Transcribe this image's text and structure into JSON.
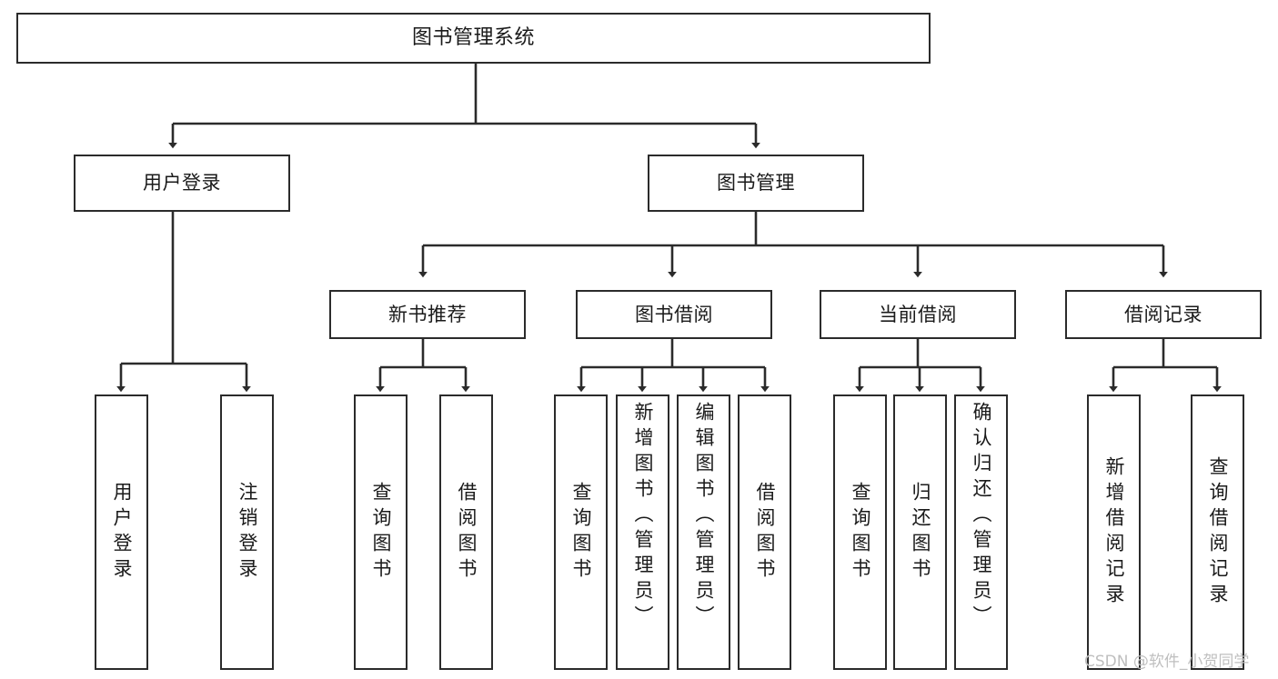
{
  "diagram": {
    "title": "图书管理系统",
    "type": "tree-hierarchy-chart",
    "colors": {
      "box_border": "#2b2b2b",
      "box_fill": "#ffffff",
      "edge": "#2b2b2b",
      "text": "#1a1a1a",
      "watermark": "#bfbfbf",
      "background": "#ffffff"
    },
    "nodes": {
      "root": {
        "label": "图书管理系统"
      },
      "level2": [
        {
          "id": "user-login",
          "label": "用户登录"
        },
        {
          "id": "book-manage",
          "label": "图书管理"
        }
      ],
      "level3": [
        {
          "id": "new-book-recommend",
          "label": "新书推荐"
        },
        {
          "id": "book-borrow",
          "label": "图书借阅"
        },
        {
          "id": "current-borrow",
          "label": "当前借阅"
        },
        {
          "id": "borrow-record",
          "label": "借阅记录"
        }
      ],
      "leaves": [
        {
          "id": "leaf-user-login",
          "label": "用户登录",
          "parent": "user-login"
        },
        {
          "id": "leaf-logout-login",
          "label": "注销登录",
          "parent": "user-login"
        },
        {
          "id": "leaf-query-book-1",
          "label": "查询图书",
          "parent": "new-book-recommend"
        },
        {
          "id": "leaf-borrow-book-1",
          "label": "借阅图书",
          "parent": "new-book-recommend"
        },
        {
          "id": "leaf-query-book-2",
          "label": "查询图书",
          "parent": "book-borrow"
        },
        {
          "id": "leaf-add-book",
          "label": "新增图书（管理员）",
          "parent": "book-borrow"
        },
        {
          "id": "leaf-edit-book",
          "label": "编辑图书（管理员）",
          "parent": "book-borrow"
        },
        {
          "id": "leaf-borrow-book-2",
          "label": "借阅图书",
          "parent": "book-borrow"
        },
        {
          "id": "leaf-query-book-3",
          "label": "查询图书",
          "parent": "current-borrow"
        },
        {
          "id": "leaf-return-book",
          "label": "归还图书",
          "parent": "current-borrow"
        },
        {
          "id": "leaf-confirm-return",
          "label": "确认归还（管理员）",
          "parent": "current-borrow"
        },
        {
          "id": "leaf-add-borrow-record",
          "label": "新增借阅记录",
          "parent": "borrow-record"
        },
        {
          "id": "leaf-query-borrow-record",
          "label": "查询借阅记录",
          "parent": "borrow-record"
        }
      ]
    }
  },
  "watermark": {
    "text": "CSDN @软件_小贺同学"
  }
}
